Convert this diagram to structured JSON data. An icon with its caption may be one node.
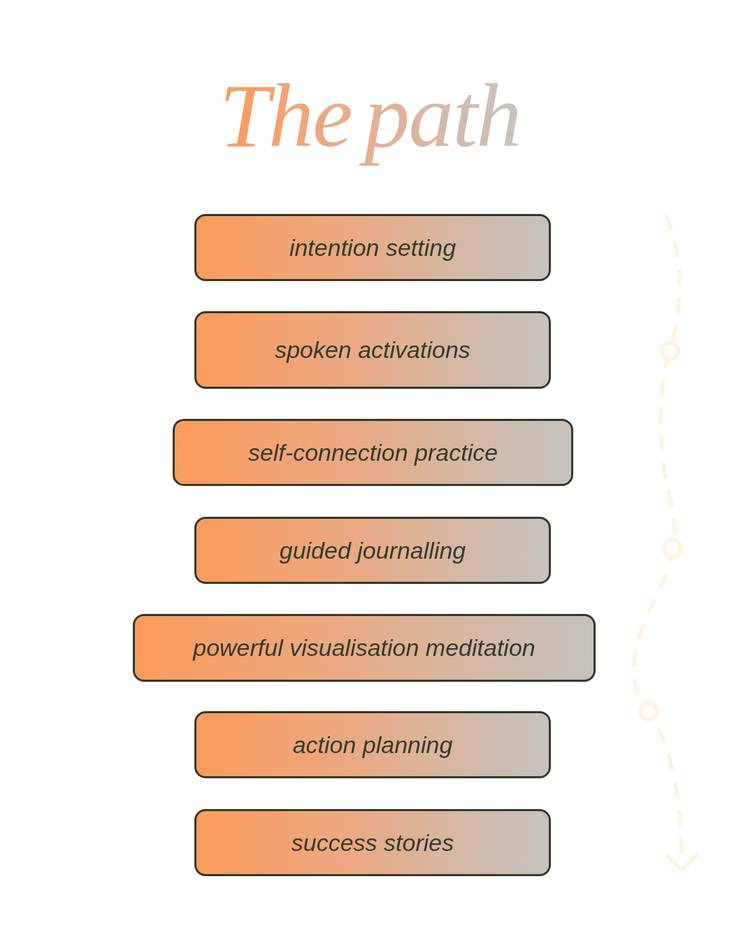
{
  "diagram": {
    "title": "The path",
    "nodes": [
      {
        "text": [
          "intention setting"
        ]
      },
      {
        "text": [
          "spoken activations"
        ]
      },
      {
        "text": [
          "self-connection practice"
        ]
      },
      {
        "text": [
          "guided journalling"
        ]
      },
      {
        "text": [
          "powerful visualisation meditation"
        ]
      },
      {
        "text": [
          "action planning"
        ]
      },
      {
        "text": [
          "success stories"
        ]
      }
    ]
  }
}
